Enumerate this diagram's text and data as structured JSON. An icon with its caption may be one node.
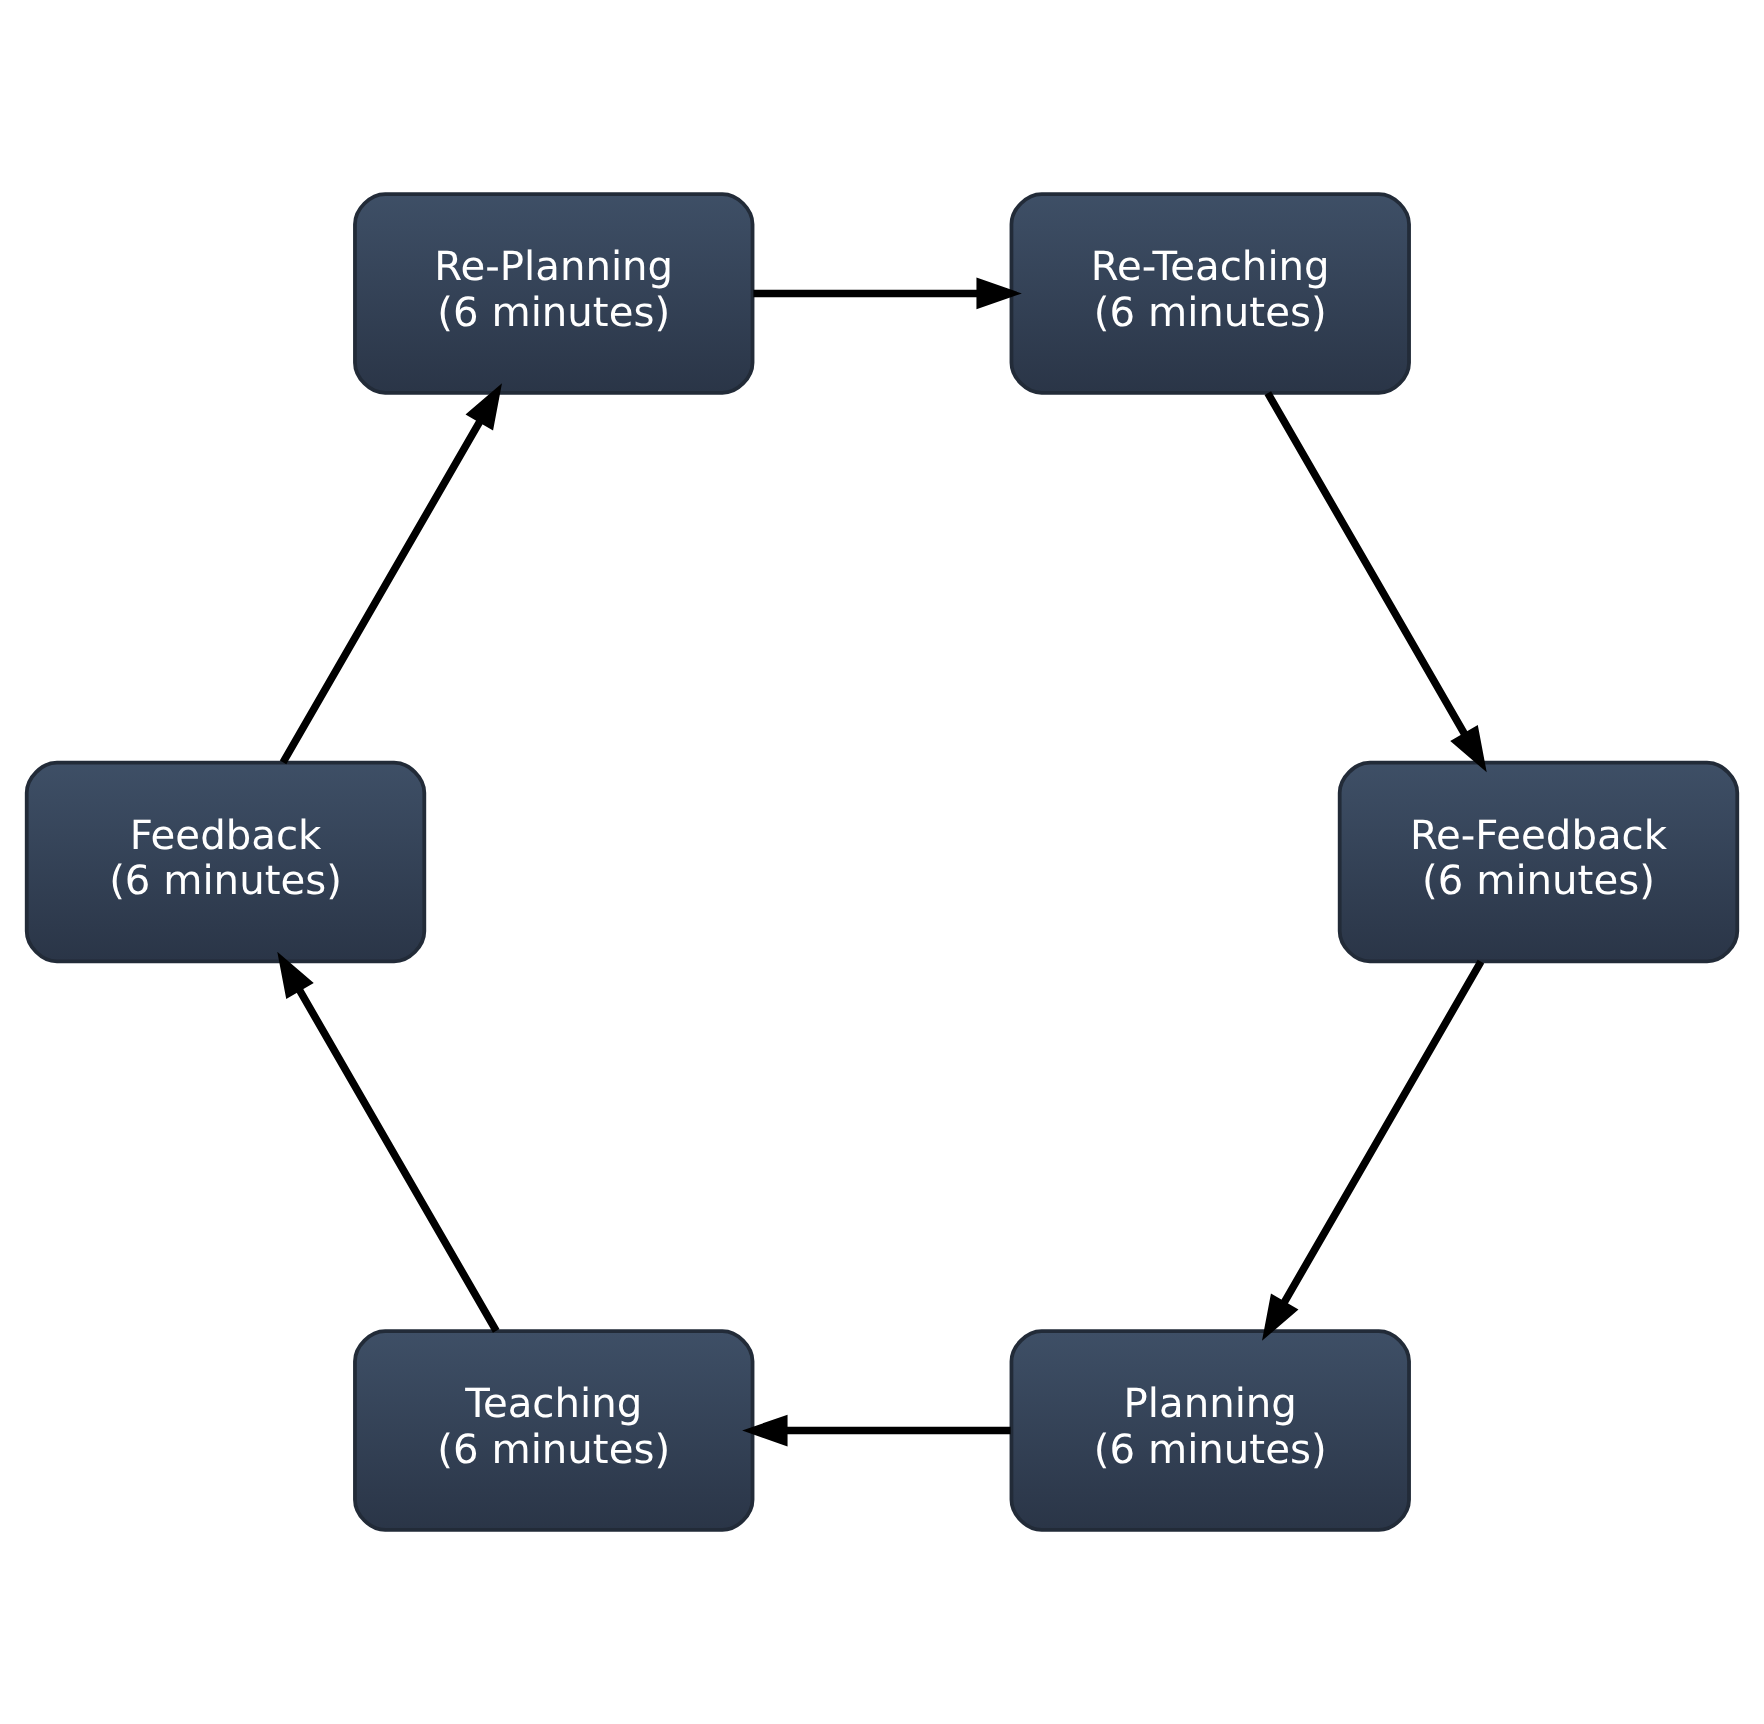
{
  "diagram": {
    "nodes": [
      {
        "text": [
          "Planning (6 minutes)"
        ]
      },
      {
        "text": [
          "Teaching (6 minutes)"
        ]
      },
      {
        "text": [
          "Feedback (6 minutes)"
        ]
      },
      {
        "text": [
          "Re-Planning (6 minutes)"
        ]
      },
      {
        "text": [
          "Re-Teaching (6 minutes)"
        ]
      },
      {
        "text": [
          "Re-Feedback (6 minutes)"
        ]
      }
    ],
    "edges": [
      {
        "from": 0,
        "to": 1,
        "arrow": "to"
      },
      {
        "from": 1,
        "to": 2,
        "arrow": "to"
      },
      {
        "from": 2,
        "to": 3,
        "arrow": "to"
      },
      {
        "from": 3,
        "to": 4,
        "arrow": "to"
      },
      {
        "from": 4,
        "to": 5,
        "arrow": "to"
      },
      {
        "from": 5,
        "to": 0,
        "arrow": "to"
      }
    ]
  }
}
